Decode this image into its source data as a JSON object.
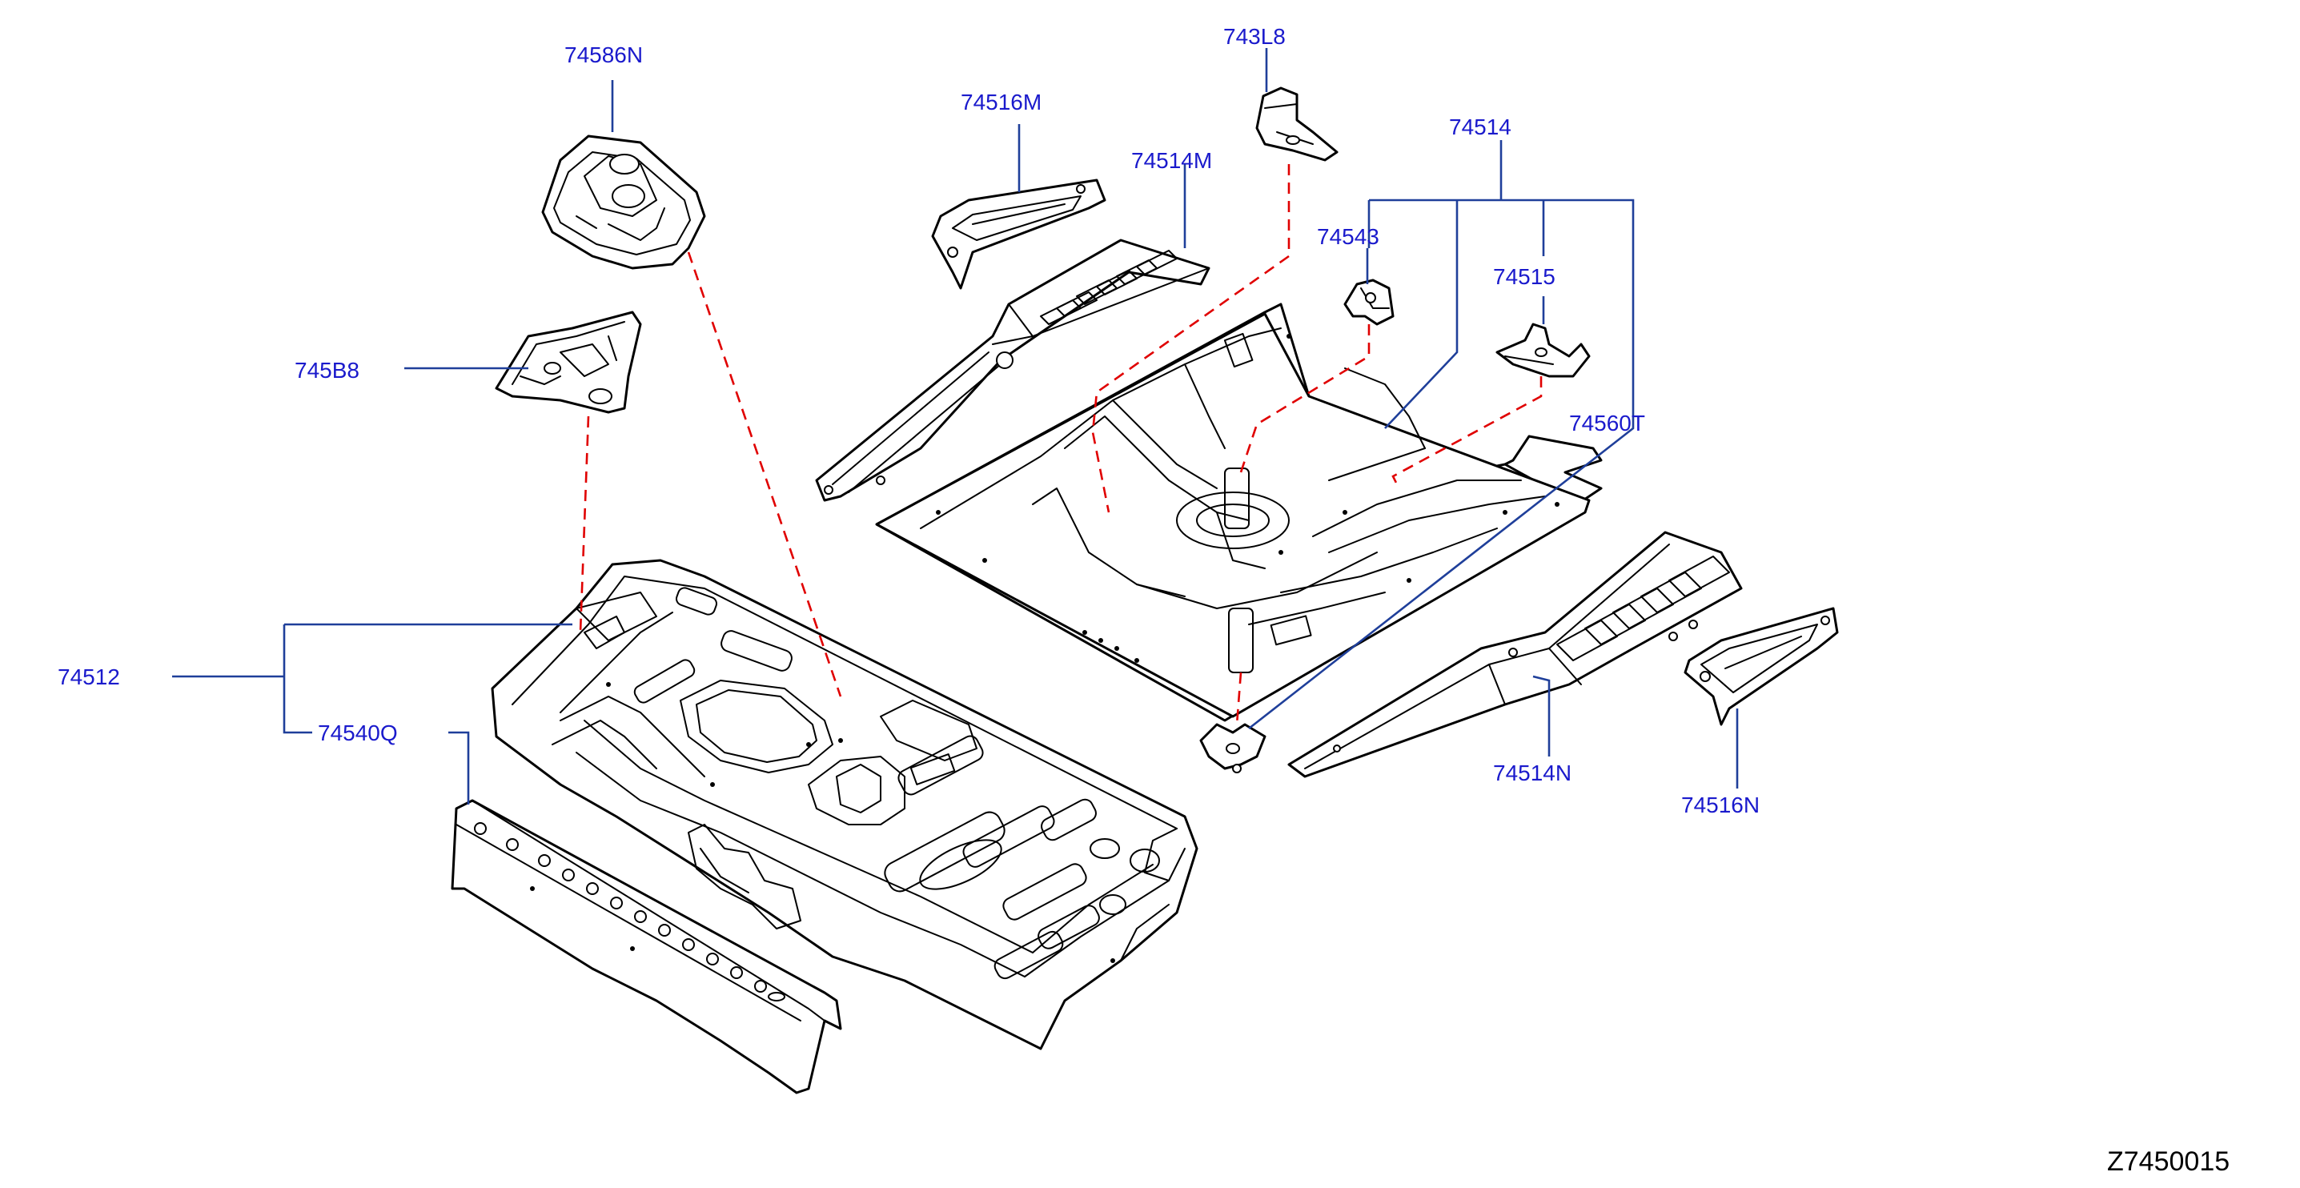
{
  "drawing_id": "Z7450015",
  "labels": {
    "l_74586N": "74586N",
    "l_745B8": "745B8",
    "l_74516M": "74516M",
    "l_74514M": "74514M",
    "l_743L8": "743L8",
    "l_74543": "74543",
    "l_74514": "74514",
    "l_74515": "74515",
    "l_74560T": "74560T",
    "l_74512": "74512",
    "l_74540Q": "74540Q",
    "l_74514N": "74514N",
    "l_74516N": "74516N"
  },
  "colors": {
    "label_text": "#1a1acc",
    "leader_line": "#1f3f9a",
    "dashed_guide": "#e00000",
    "outline": "#000000",
    "background": "#ffffff"
  }
}
